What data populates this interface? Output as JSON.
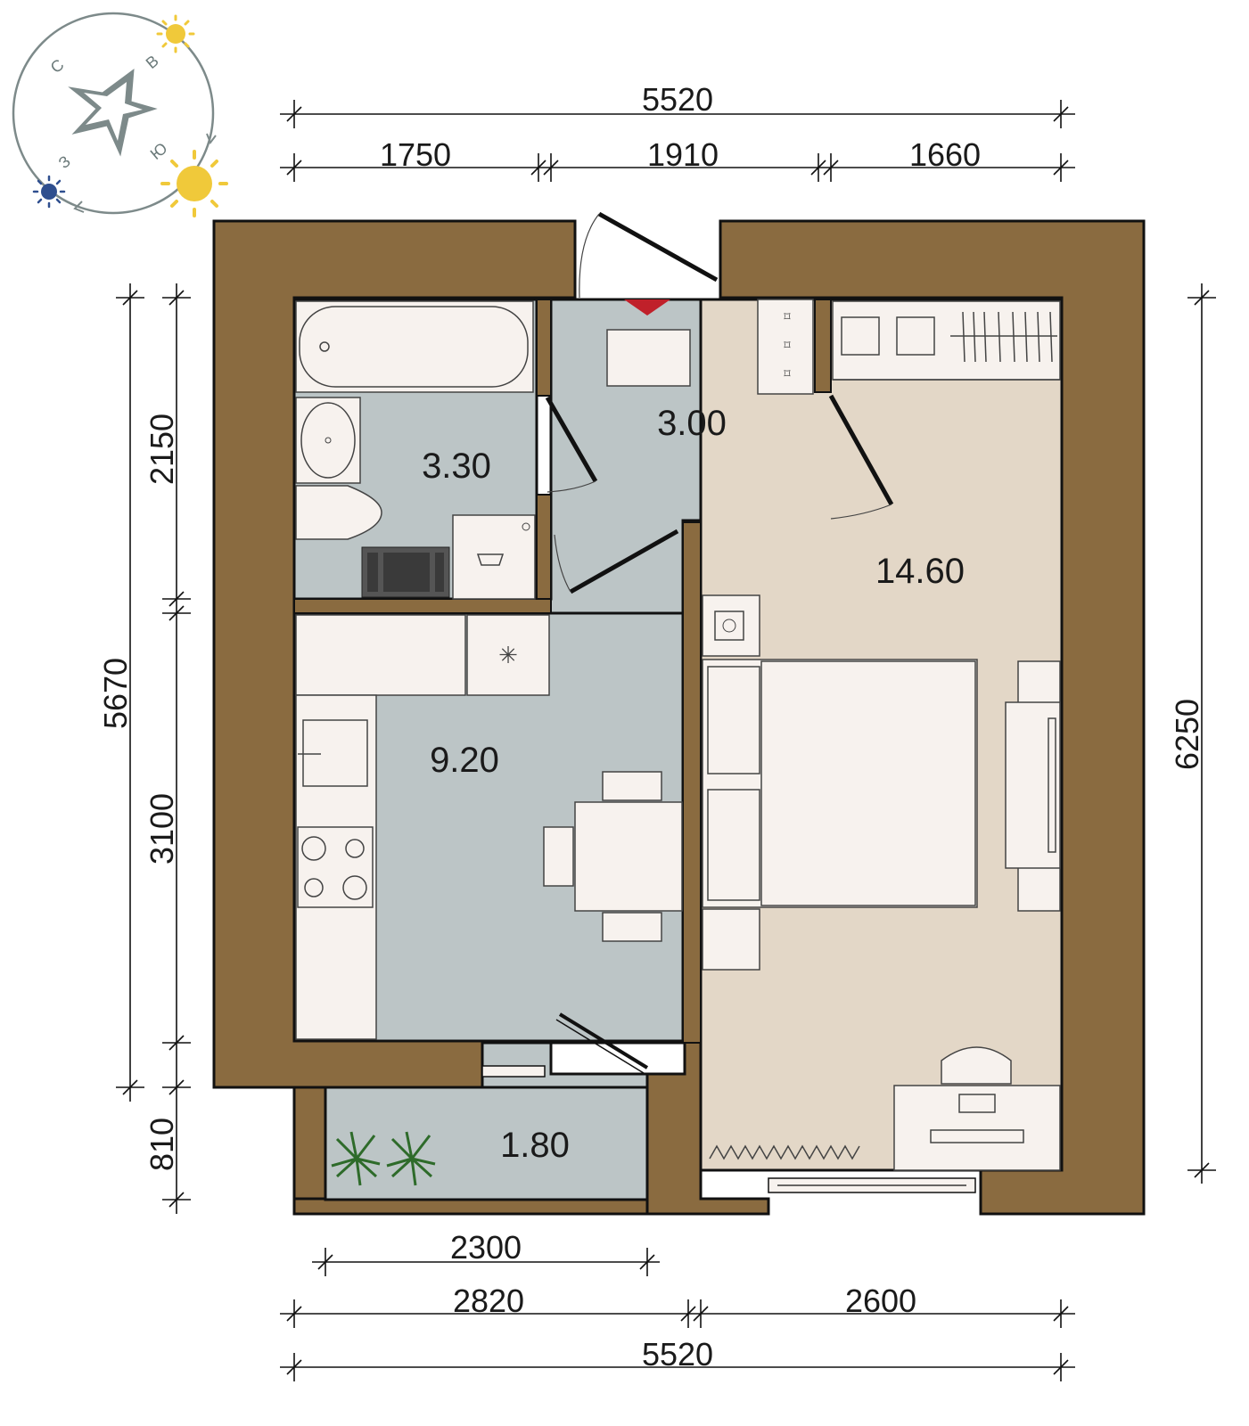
{
  "dimensions": {
    "top_total": "5520",
    "top_segments": [
      "1750",
      "1910",
      "1660"
    ],
    "bottom_balcony": "2300",
    "bottom_segments": [
      "2820",
      "2600"
    ],
    "bottom_total": "5520",
    "left_outer": "5670",
    "left_upper": "2150",
    "left_middle": "3100",
    "left_balcony": "810",
    "right_total": "6250"
  },
  "rooms": {
    "bathroom_area": "3.30",
    "hall_area": "3.00",
    "bedroom_area": "14.60",
    "kitchen_area": "9.20",
    "balcony_area": "1.80"
  },
  "compass": {
    "north": "С",
    "east": "В",
    "south": "Ю",
    "west": "З"
  },
  "colors": {
    "wall": "#8a6b40",
    "wet_rooms": "#bcc5c6",
    "bedroom": "#e3d7c7",
    "furniture": "#f7f2ee",
    "sun": "#f0c93a",
    "moon": "#2f4f8f",
    "entrance_marker": "#c0202a"
  }
}
